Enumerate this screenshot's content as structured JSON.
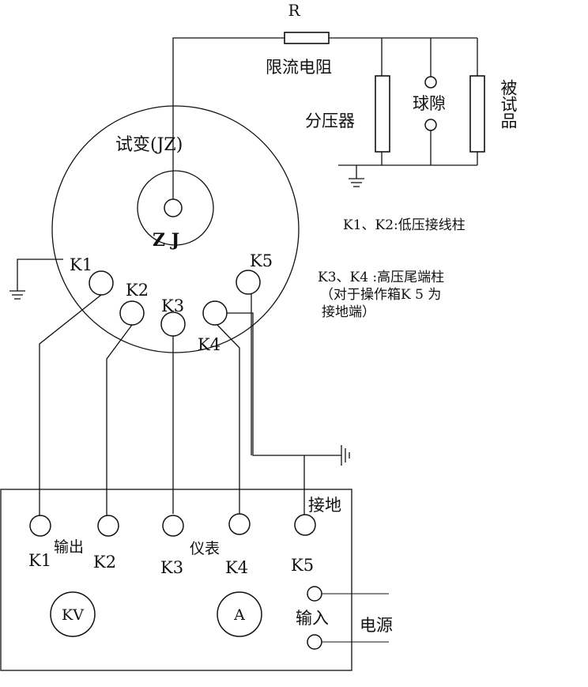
{
  "top": {
    "resistor_symbol": "R",
    "resistor_label": "限流电阻"
  },
  "branches": {
    "divider_label": "分压器",
    "gap_label": "球隙",
    "test_item_label": "被试品"
  },
  "transformer": {
    "title": "试变(JZ)",
    "core_label": "Z J",
    "terminals": {
      "k1": "K1",
      "k2": "K2",
      "k3": "K3",
      "k4": "K4",
      "k5": "K5"
    }
  },
  "notes": {
    "line1": "K1、K2:低压接线柱",
    "line2": "K3、K4 :高压尾端柱",
    "line3": "（对于操作箱K 5 为",
    "line4": "接地端）"
  },
  "box": {
    "terminals": {
      "k1": "K1",
      "k2": "K2",
      "k3": "K3",
      "k4": "K4",
      "k5": "K5"
    },
    "output_label": "输出",
    "meter_label": "仪表",
    "ground_label": "接地",
    "kv_label": "KV",
    "a_label": "A",
    "input_label": "输入",
    "power_label": "电源"
  }
}
